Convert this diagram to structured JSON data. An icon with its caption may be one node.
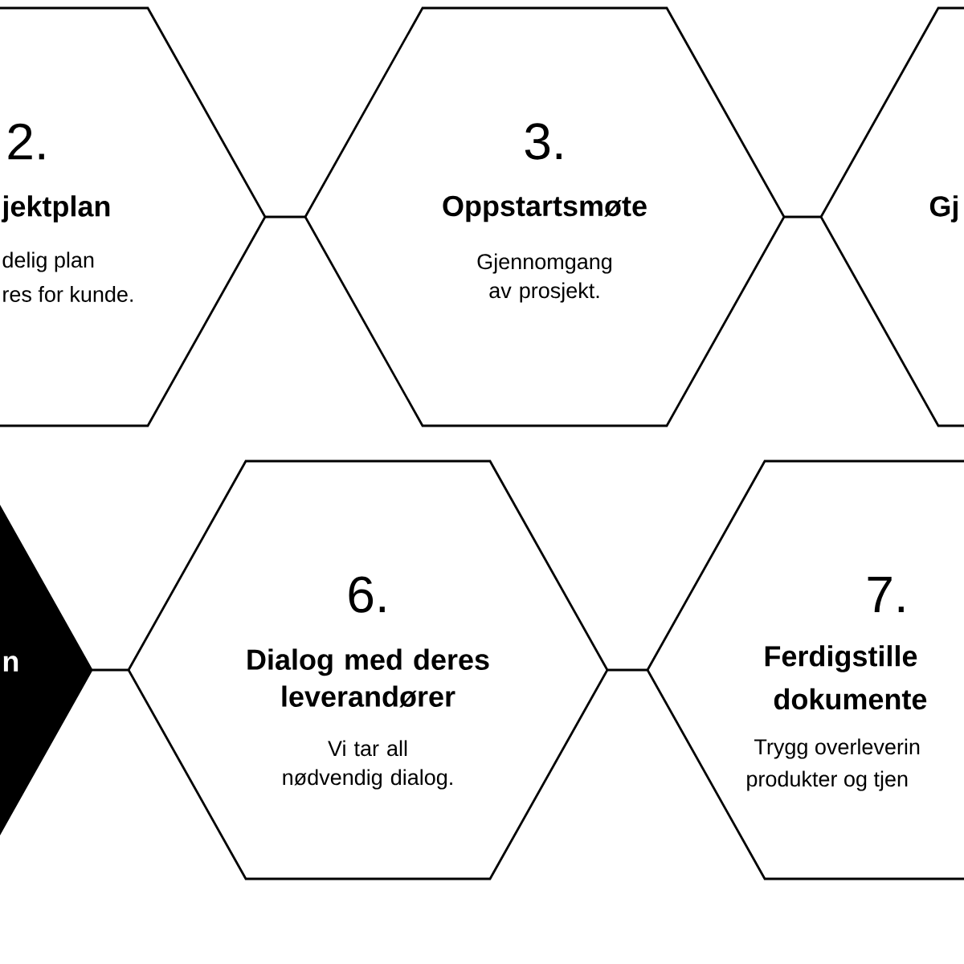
{
  "diagram": {
    "nodes": [
      {
        "text": [
          "2.",
          "jektplan",
          "delig plan",
          "res for kunde."
        ]
      },
      {
        "text": [
          "3.",
          "Oppstartsmøte",
          "Gjennomgang av prosjekt."
        ]
      },
      {
        "text": [
          "Gj"
        ]
      },
      {
        "text": [
          "n"
        ]
      },
      {
        "text": [
          "6.",
          "Dialog med deres leverandører",
          "Vi tar all nødvendig dialog."
        ]
      },
      {
        "text": [
          "7.",
          "Ferdigstille",
          "dokumente",
          "Trygg overleverin",
          "produkter og tjen"
        ]
      }
    ],
    "edges": [
      {
        "from": 0,
        "to": 1,
        "arrow": "none"
      },
      {
        "from": 1,
        "to": 2,
        "arrow": "none"
      },
      {
        "from": 3,
        "to": 4,
        "arrow": "none"
      },
      {
        "from": 4,
        "to": 5,
        "arrow": "none"
      }
    ]
  }
}
